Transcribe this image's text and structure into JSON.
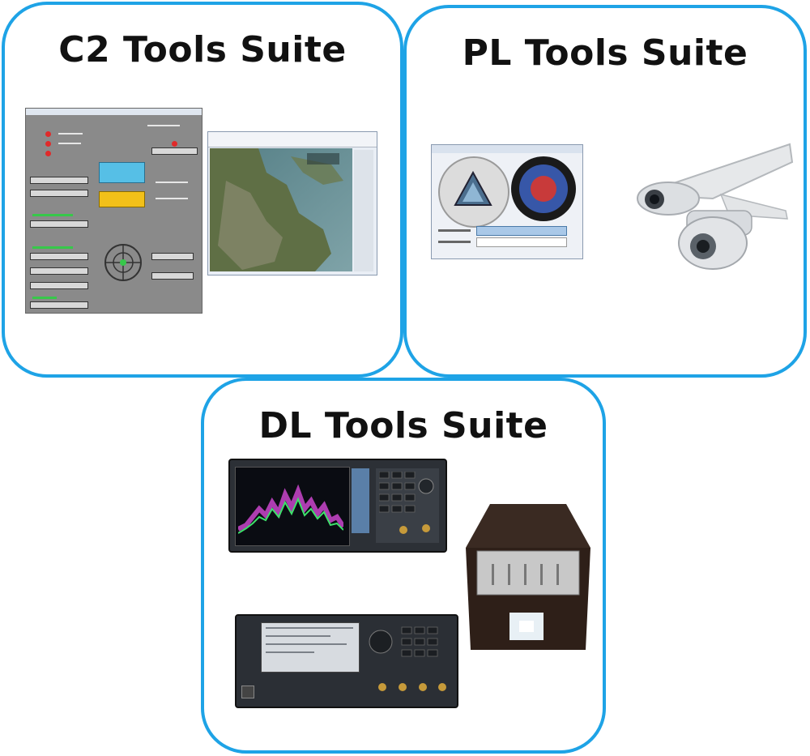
{
  "panels": {
    "c2": {
      "title": "C2 Tools Suite"
    },
    "pl": {
      "title": "PL Tools Suite"
    },
    "dl": {
      "title": "DL Tools Suite"
    }
  },
  "colors": {
    "panel_border": "#1ea3e6",
    "title_text": "#111111"
  },
  "icons": {
    "c2_images": [
      "control-panel-screenshot",
      "satellite-map-screenshot"
    ],
    "pl_images": [
      "login-dialog-screenshot",
      "uav-drone-photo"
    ],
    "dl_images": [
      "spectrum-analyzer-photo",
      "rf-enclosure-box-photo",
      "signal-generator-photo"
    ]
  }
}
